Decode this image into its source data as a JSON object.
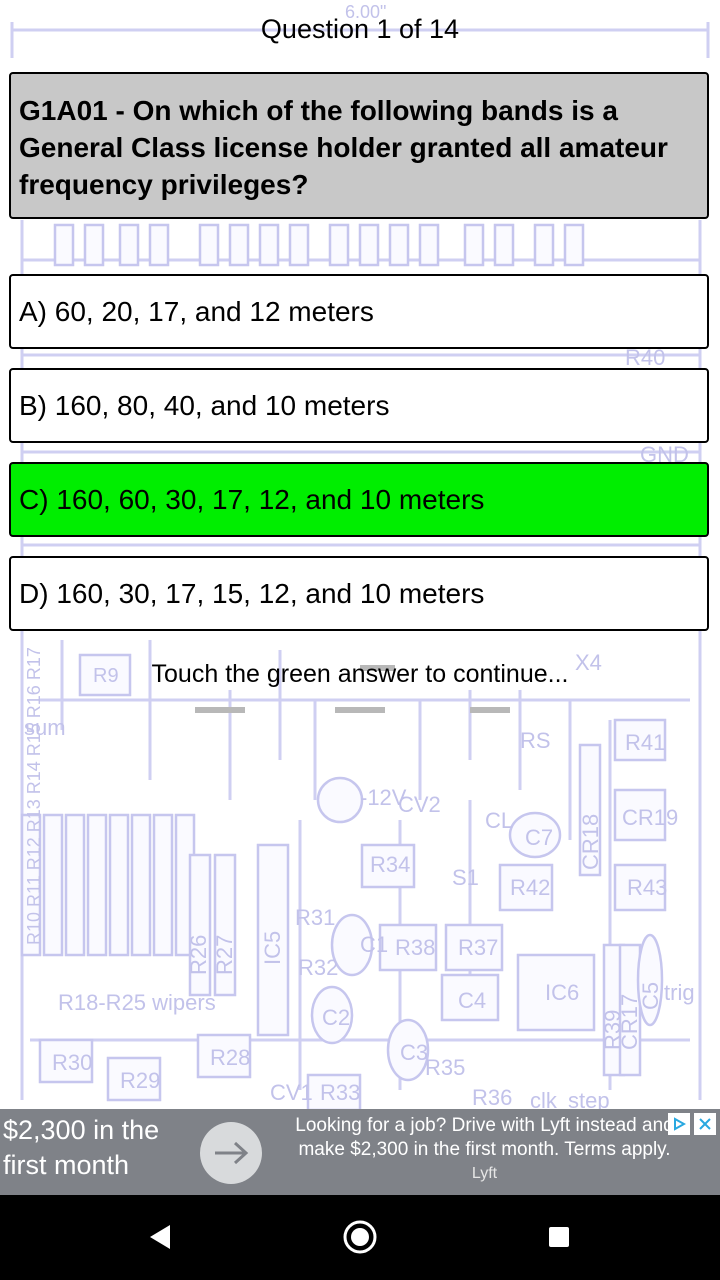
{
  "header": {
    "title": "Question 1 of 14"
  },
  "question": {
    "text": "G1A01 - On which of the following bands is a General Class license holder granted all amateur frequency privileges?"
  },
  "answers": [
    {
      "label": "A) 60, 20, 17, and 12 meters",
      "correct": false
    },
    {
      "label": "B) 160, 80, 40, and 10 meters",
      "correct": false
    },
    {
      "label": "C) 160, 60, 30, 17, 12, and 10 meters",
      "correct": true
    },
    {
      "label": "D) 160, 30, 17, 15, 12, and 10 meters",
      "correct": false
    }
  ],
  "hint": "Touch the green answer to continue...",
  "ad": {
    "headline": "$2,300 in the first month",
    "body": "Looking for a job? Drive with Lyft instead and make $2,300 in the first month. Terms apply.",
    "sponsor": "Lyft"
  },
  "background": {
    "labels": [
      "R9",
      "sum",
      "RS",
      "R41",
      "-12V",
      "CV2",
      "CL",
      "C7",
      "CR18",
      "CR19",
      "R34",
      "S1",
      "R42",
      "R43",
      "R10",
      "R11",
      "R12",
      "R13",
      "R14",
      "R15",
      "R16",
      "R17",
      "R26",
      "R27",
      "IC5",
      "R31",
      "C1",
      "R38",
      "R37",
      "IC6",
      "R39",
      "CR17",
      "C5",
      "trig",
      "R32",
      "C2",
      "C4",
      "R18-R25 wipers",
      "C3",
      "R30",
      "R29",
      "R28",
      "R35",
      "CV1",
      "R33",
      "R36",
      "clk",
      "step",
      "X4",
      "GND",
      "R40",
      "6.00\""
    ]
  },
  "colors": {
    "correct": "#00ee00",
    "question_bg": "#c8c8c8",
    "schematic": "#c9c9ef",
    "ad_bg": "#7f8288"
  },
  "icons": {
    "nav_back": "back-triangle-icon",
    "nav_home": "home-circle-icon",
    "nav_recents": "recents-square-icon",
    "ad_arrow": "arrow-right-icon"
  }
}
